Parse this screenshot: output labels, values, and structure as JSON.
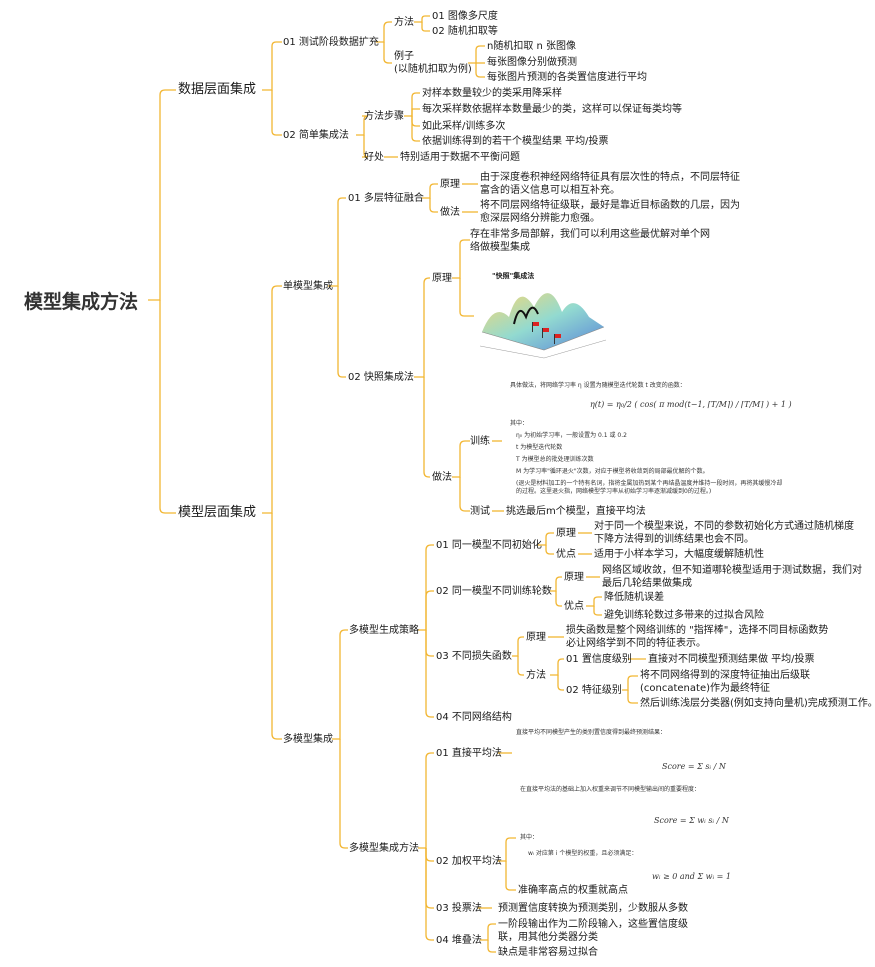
{
  "colors": {
    "line": "#f2b632",
    "text": "#1a1a1a",
    "root_text": "#333333"
  },
  "root": "模型集成方法",
  "data_level": {
    "title": "数据层面集成",
    "tta": {
      "title": "01 测试阶段数据扩充",
      "method_label": "方法",
      "methods": [
        "01 图像多尺度",
        "02 随机扣取等"
      ],
      "example_label": "例子",
      "example_sub": "(以随机扣取为例)",
      "examples": [
        "n随机扣取 n 张图像",
        "每张图像分别做预测",
        "每张图片预测的各类置信度进行平均"
      ]
    },
    "simple": {
      "title": "02 简单集成法",
      "steps_label": "方法步骤",
      "steps": [
        "对样本数量较少的类采用降采样",
        "每次采样数依据样本数量最少的类，这样可以保证每类均等",
        "如此采样/训练多次",
        "依据训练得到的若干个模型结果 平均/投票"
      ],
      "benefit_label": "好处",
      "benefit": "特别适用于数据不平衡问题"
    }
  },
  "model_level": {
    "title": "模型层面集成",
    "single": {
      "title": "单模型集成",
      "multi_feat": {
        "title": "01 多层特征融合",
        "principle_label": "原理",
        "principle": "由于深度卷积神经网络特征具有层次性的特点，不同层特征富含的语义信息可以相互补充。",
        "method_label": "做法",
        "method": "将不同层网络特征级联，最好是靠近目标函数的几层，因为愈深层网络分辨能力愈强。"
      },
      "snapshot": {
        "title": "02 快照集成法",
        "principle_label": "原理",
        "principle": "存在非常多局部解，我们可以利用这些最优解对单个网络做模型集成",
        "image_caption": "\"快照\"集成法",
        "method_label": "做法",
        "train_label": "训练",
        "train_intro": "具体做法，将网络学习率 η 设置为随模型迭代轮数 t 改变的函数：",
        "train_formula": "η(t) = η₀/2 ( cos( π mod(t−1, ⌈T/M⌉) / ⌈T/M⌉ ) + 1 )",
        "train_where": "其中：",
        "train_points": [
          "η₀ 为初始学习率，一般设置为 0.1 或 0.2",
          "t 为模型迭代轮数",
          "T 为模型总的批处理训练次数",
          "M 为学习率\"循环退火\"次数，对应于模型将收敛到的局部最优解的个数。"
        ],
        "train_note": "(退火是材料加工的一个特有名词，指将金属加热到某个再结晶温度并维持一段时间，再将其缓慢冷却的过程。这里退火指，网络模型学习率从初始学习率逐渐减缓到0的过程。)",
        "test_label": "测试",
        "test": "挑选最后m个模型，直接平均法"
      }
    },
    "multi": {
      "title": "多模型集成",
      "gen": {
        "title": "多模型生成策略",
        "init": {
          "title": "01 同一模型不同初始化",
          "principle_label": "原理",
          "principle": "对于同一个模型来说，不同的参数初始化方式通过随机梯度下降方法得到的训练结果也会不同。",
          "merit_label": "优点",
          "merit": "适用于小样本学习，大幅度缓解随机性"
        },
        "epochs": {
          "title": "02 同一模型不同训练轮数",
          "principle_label": "原理",
          "principle": "网络区域收敛，但不知道哪轮模型适用于测试数据，我们对最后几轮结果做集成",
          "merit_label": "优点",
          "merits": [
            "降低随机误差",
            "避免训练轮数过多带来的过拟合风险"
          ]
        },
        "loss": {
          "title": "03 不同损失函数",
          "principle_label": "原理",
          "principle": "损失函数是整个网络训练的 \"指挥棒\"，选择不同目标函数势必让网络学到不同的特征表示。",
          "method_label": "方法",
          "conf_label": "01 置信度级别",
          "conf": "直接对不同模型预测结果做 平均/投票",
          "feat_label": "02 特征级别",
          "feat": [
            "将不同网络得到的深度特征抽出后级联(concatenate)作为最终特征",
            "然后训练浅层分类器(例如支持向量机)完成预测工作。"
          ]
        },
        "arch": {
          "title": "04 不同网络结构"
        }
      },
      "ens": {
        "title": "多模型集成方法",
        "avg": {
          "title": "01 直接平均法",
          "desc": "直接平均不同模型产生的类别置信度得到最终预测结果：",
          "formula": "Score = Σ sᵢ / N"
        },
        "wavg": {
          "title": "02 加权平均法",
          "desc": "在直接平均法的基础上加入权重来调节不同模型输出间的重要程度：",
          "formula": "Score = Σ wᵢ sᵢ / N",
          "where": "其中：",
          "point": "wᵢ 对应第 i 个模型的权重，且必须满足：",
          "formula2": "wᵢ ≥ 0 and Σ wᵢ = 1",
          "note": "准确率高点的权重就高点"
        },
        "vote": {
          "title": "03 投票法",
          "desc": "预测置信度转换为预测类别，少数服从多数"
        },
        "stack": {
          "title": "04 堆叠法",
          "desc1": "一阶段输出作为二阶段输入，这些置信度级联，用其他分类器分类",
          "desc2": "缺点是非常容易过拟合"
        }
      }
    }
  }
}
